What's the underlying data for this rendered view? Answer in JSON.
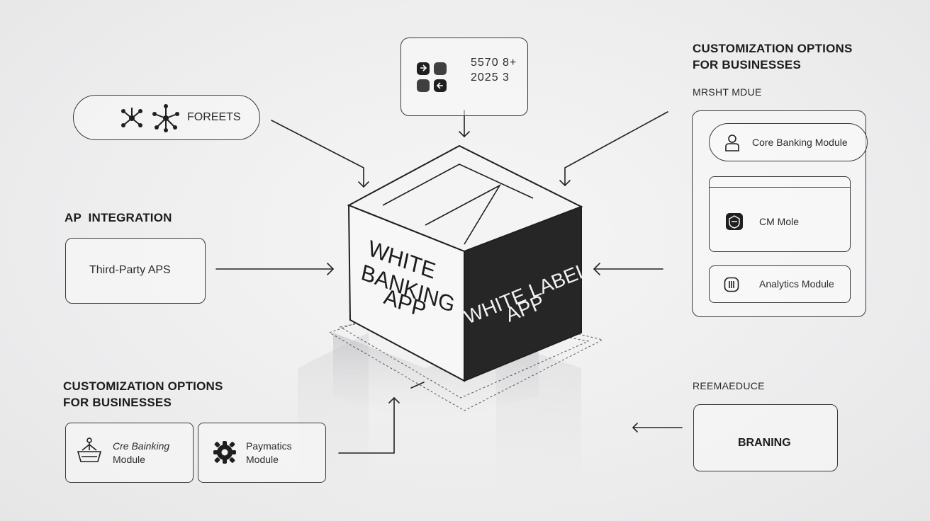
{
  "top_card": {
    "line1": "5570 8+",
    "line2": "2025 3"
  },
  "foreets_pill": {
    "label": "FOREETS"
  },
  "right_top": {
    "heading_line1": "CUSTOMIZATION OPTIONS",
    "heading_line2": "FOR BUSINESSES",
    "subheading": "MRSHT MDUE",
    "items": [
      {
        "label": "Core Banking Module",
        "icon": "user-icon"
      },
      {
        "label": "CM Mole",
        "icon": "shield-icon"
      },
      {
        "label": "Analytics Module",
        "icon": "chip-icon"
      }
    ]
  },
  "api": {
    "heading": "AP  INTEGRATION",
    "card_label": "Third-Party APS"
  },
  "cube": {
    "front_text": [
      "WHITE",
      "BANKING",
      "APP"
    ],
    "side_text": [
      "WHITE LABEL",
      "APP"
    ]
  },
  "left_bottom": {
    "heading_line1": "CUSTOMIZATION OPTIONS",
    "heading_line2": "FOR BUSINESSES",
    "cards": [
      {
        "line1": "Cre Bainking",
        "line2": "Module",
        "icon": "basket-icon"
      },
      {
        "line1": "Paymatics",
        "line2": "Module",
        "icon": "gear-icon"
      }
    ]
  },
  "right_bottom": {
    "subheading": "REEMAEDUCE",
    "card_label": "BRANING"
  },
  "colors": {
    "dark_face": "#262626",
    "line": "#2a2a2a",
    "background": "#ededee"
  }
}
